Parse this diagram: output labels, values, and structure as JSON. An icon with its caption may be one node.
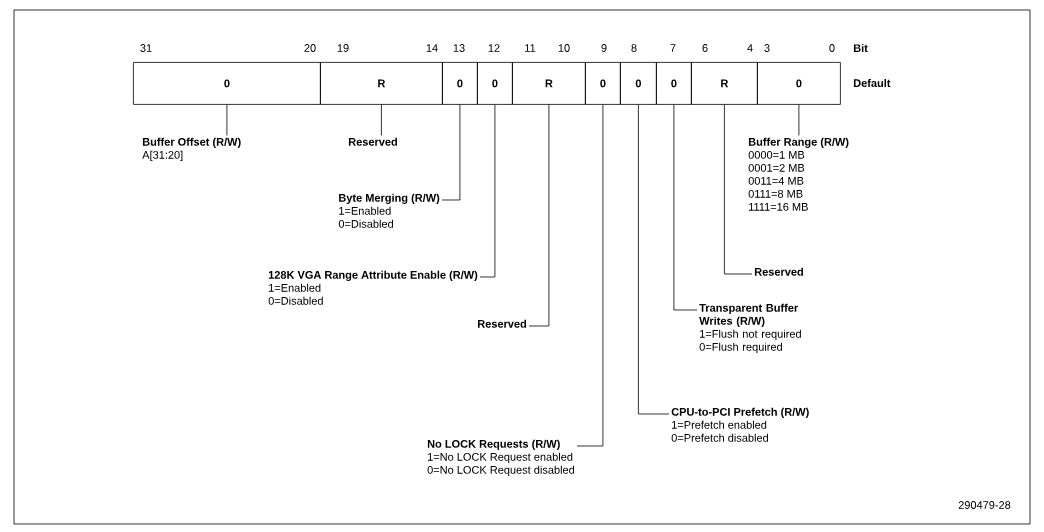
{
  "diagram": {
    "nodes": [
      {
        "text": [
          "0"
        ]
      },
      {
        "text": [
          "R"
        ]
      },
      {
        "text": [
          "0"
        ]
      },
      {
        "text": [
          "0"
        ]
      },
      {
        "text": [
          "R"
        ]
      },
      {
        "text": [
          "0"
        ]
      },
      {
        "text": [
          "0"
        ]
      },
      {
        "text": [
          "0"
        ]
      },
      {
        "text": [
          "R"
        ]
      },
      {
        "text": [
          "0"
        ]
      },
      {
        "text": [
          "Buffer Offset (R/W)",
          "A[31:20]"
        ]
      },
      {
        "text": [
          "Reserved"
        ]
      },
      {
        "text": [
          "Buffer Range (R/W)",
          "0000=1 MB",
          "0001=2 MB",
          "0011=4 MB",
          "0111=8 MB",
          "1111=16 MB"
        ]
      },
      {
        "text": [
          "Byte Merging (R/W)",
          "1=Enabled",
          "0=Disabled"
        ]
      },
      {
        "text": [
          "Reserved"
        ]
      },
      {
        "text": [
          "128K VGA Range Attribute Enable (R/W)",
          "1=Enabled",
          "0=Disabled"
        ]
      },
      {
        "text": [
          "Transparent Buffer Writes (R/W)",
          "1=Flush not required",
          "0=Flush required"
        ]
      },
      {
        "text": [
          "Reserved"
        ]
      },
      {
        "text": [
          "CPU-to-PCI Prefetch (R/W)",
          "1=Prefetch enabled",
          "0=Prefetch disabled"
        ]
      },
      {
        "text": [
          "No LOCK Requests (R/W)",
          "1=No LOCK Request enabled",
          "0=No LOCK Request disabled"
        ]
      }
    ],
    "edges": [
      {
        "from": 0,
        "to": 10,
        "arrow": "none"
      },
      {
        "from": 1,
        "to": 11,
        "arrow": "none"
      },
      {
        "from": 9,
        "to": 12,
        "arrow": "none"
      },
      {
        "from": 2,
        "to": 13,
        "arrow": "none"
      },
      {
        "from": 8,
        "to": 14,
        "arrow": "none"
      },
      {
        "from": 3,
        "to": 15,
        "arrow": "none"
      },
      {
        "from": 7,
        "to": 16,
        "arrow": "none"
      },
      {
        "from": 4,
        "to": 17,
        "arrow": "none"
      },
      {
        "from": 6,
        "to": 18,
        "arrow": "none"
      },
      {
        "from": 5,
        "to": 19,
        "arrow": "none"
      }
    ],
    "labels": [
      "31",
      "20",
      "19",
      "14",
      "13",
      "12",
      "11",
      "10",
      "9",
      "8",
      "7",
      "6",
      "4",
      "3",
      "0",
      "Bit",
      "Default",
      "290479-28"
    ]
  }
}
